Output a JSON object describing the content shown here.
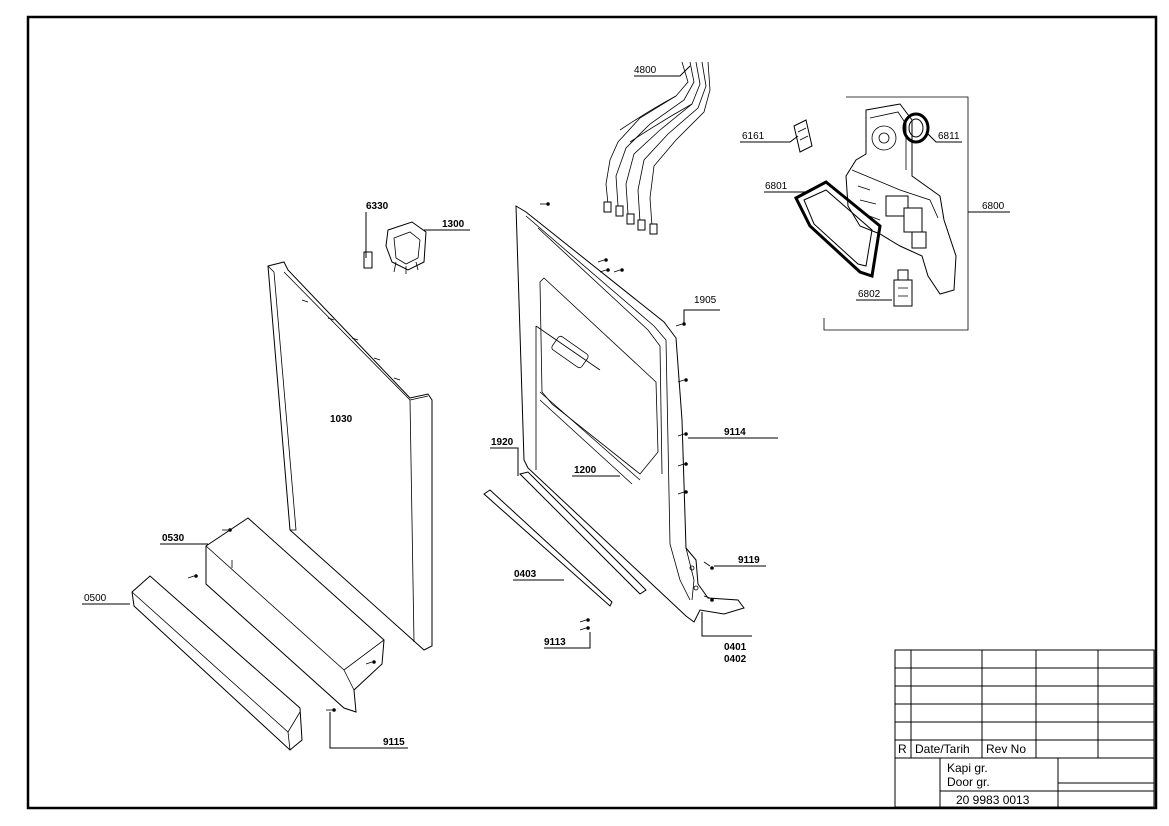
{
  "diagram": {
    "labels": {
      "p4800": "4800",
      "p6161": "6161",
      "p6811": "6811",
      "p6801": "6801",
      "p6800": "6800",
      "p6802": "6802",
      "p6330": "6330",
      "p1300": "1300",
      "p1905": "1905",
      "p1030": "1030",
      "p9114": "9114",
      "p1920": "1920",
      "p1200": "1200",
      "p0530": "0530",
      "p9119": "9119",
      "p0403": "0403",
      "p0500": "0500",
      "p0401": "0401",
      "p0402": "0402",
      "p9113": "9113",
      "p9115": "9115"
    }
  },
  "title_block": {
    "rev_col": "R",
    "date_col": "Date/Tarih",
    "revno_col": "Rev No",
    "title_line1": "Kapi gr.",
    "title_line2": "Door gr.",
    "drawing_number": "20 9983 0013"
  }
}
